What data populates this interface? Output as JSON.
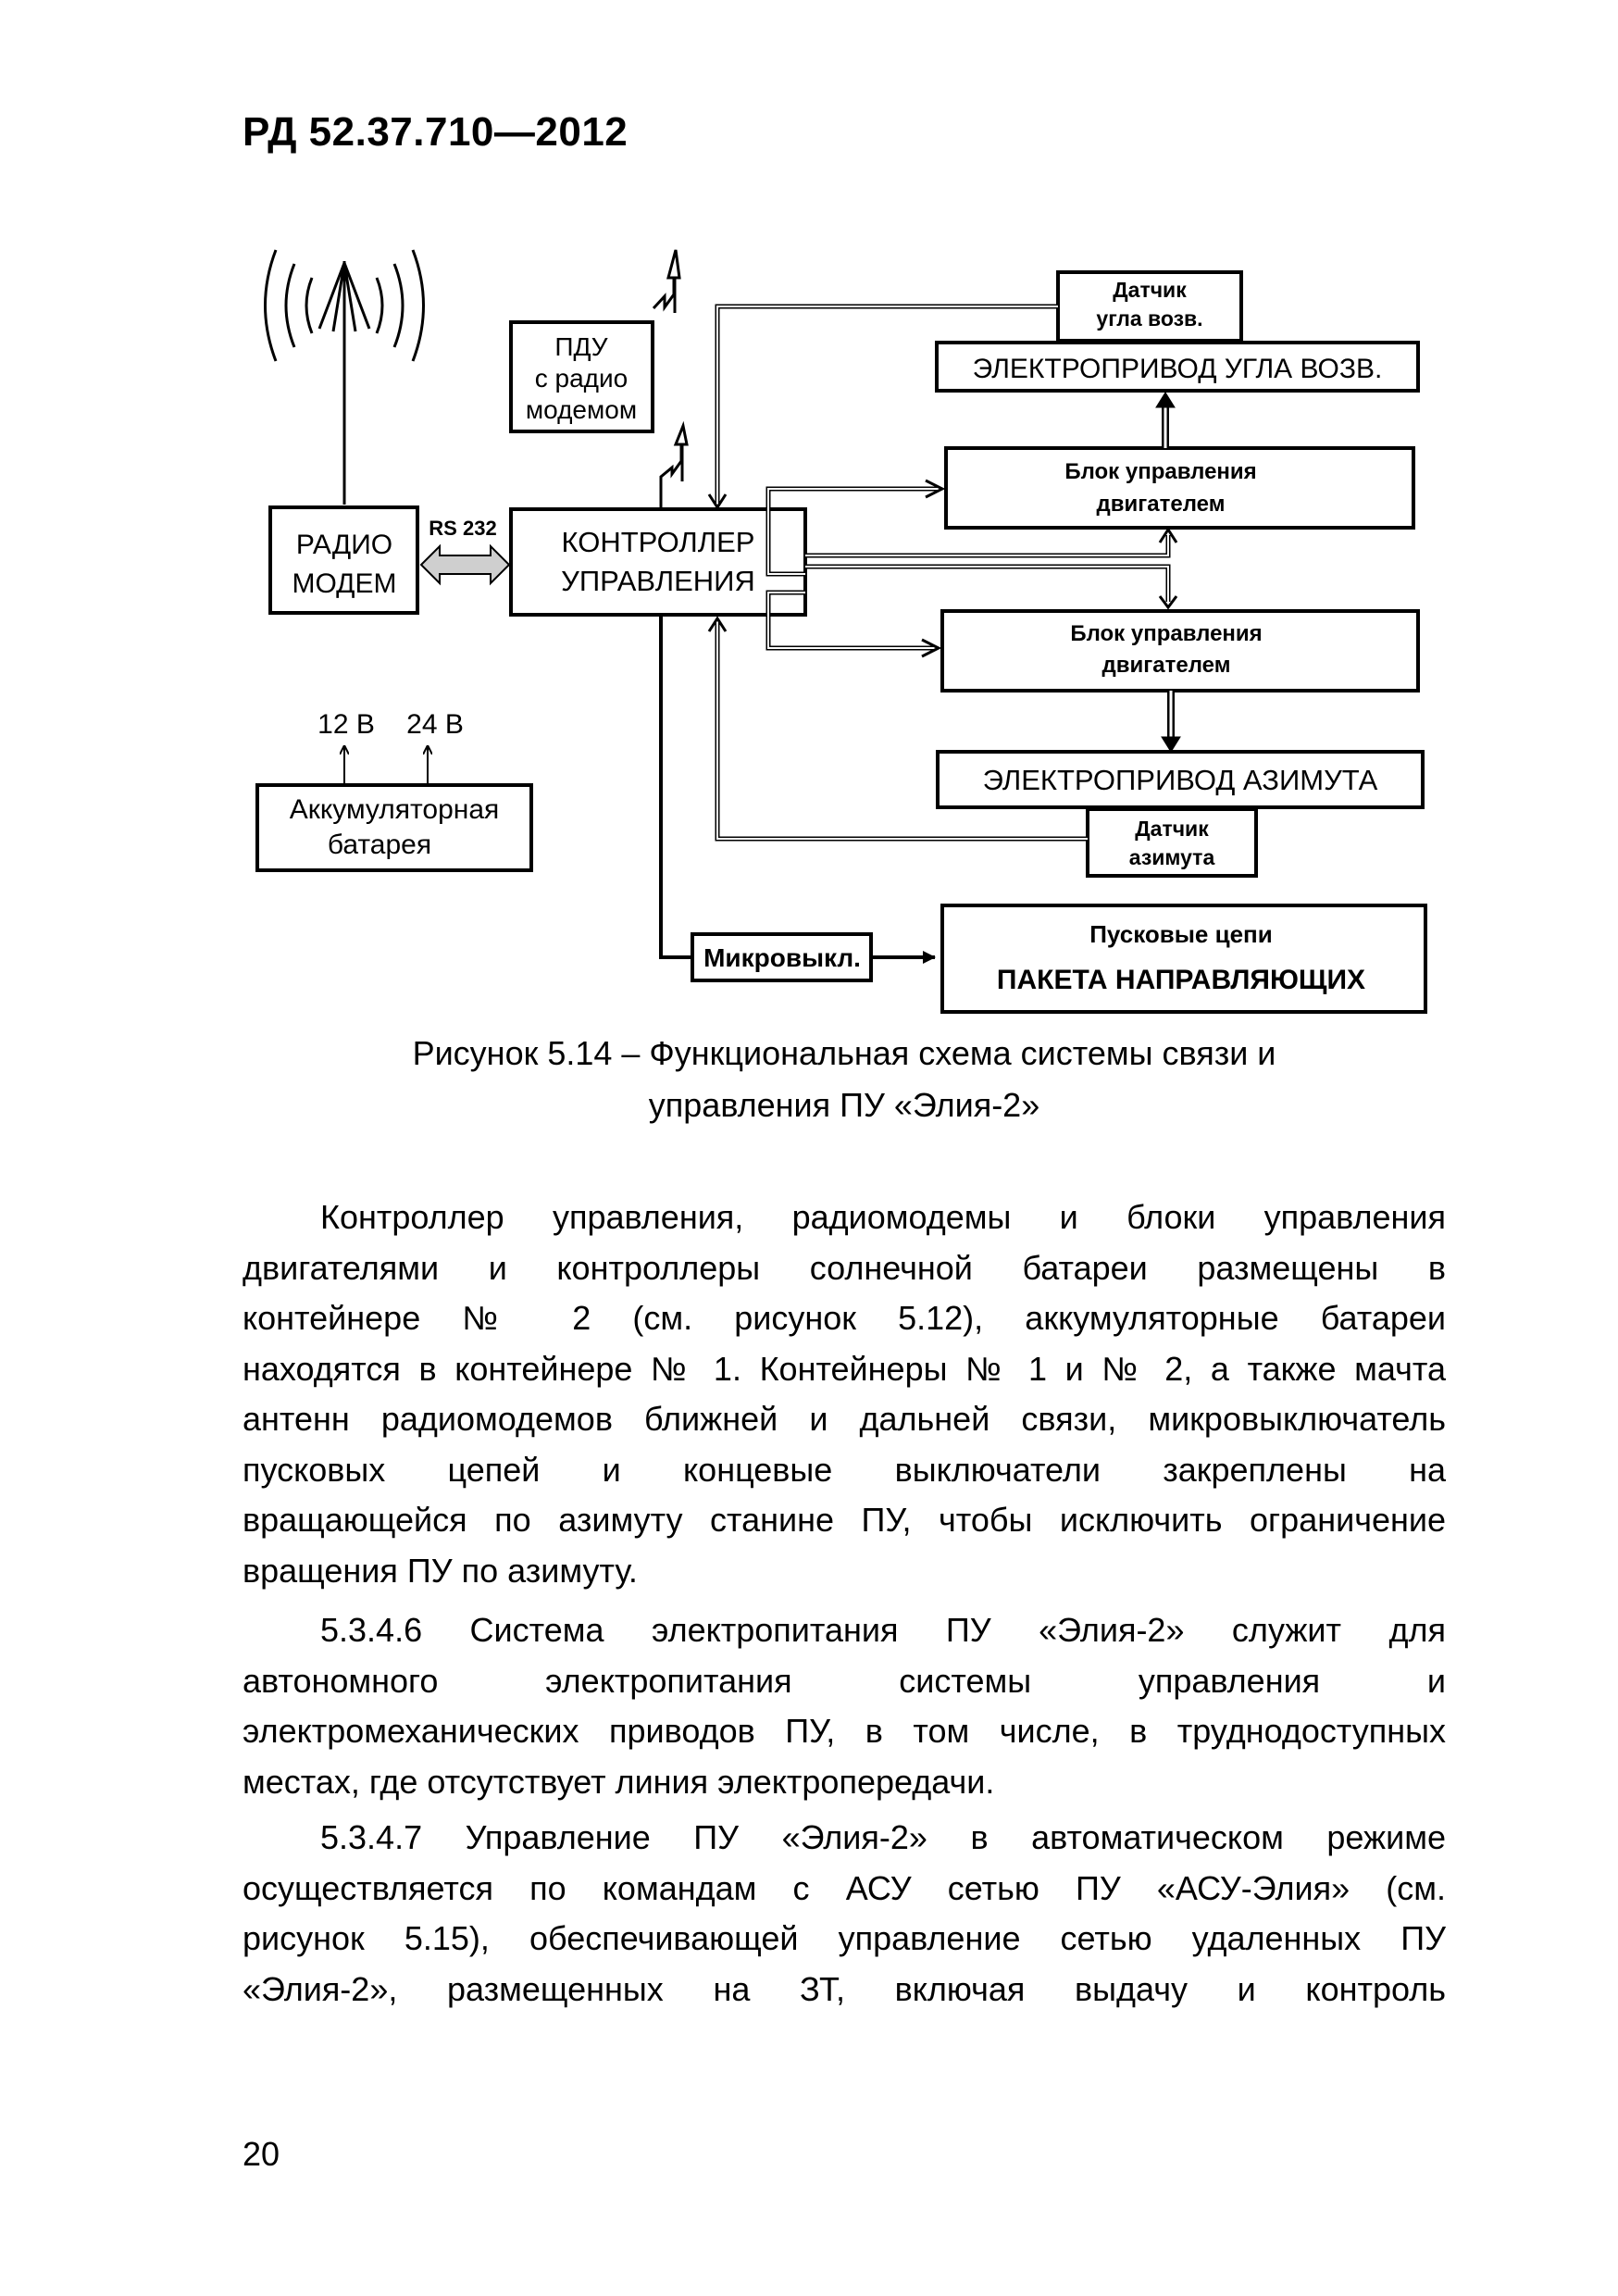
{
  "header": {
    "doc_code": "РД 52.37.710—2012"
  },
  "diagram": {
    "radio_modem": [
      "РАДИО",
      "МОДЕМ"
    ],
    "rs232": "RS 232",
    "pdu": [
      "ПДУ",
      "с радио",
      "модемом"
    ],
    "controller": [
      "КОНТРОЛЛЕР",
      "УПРАВЛЕНИЯ"
    ],
    "elevation_sensor": [
      "Датчик",
      "угла возв."
    ],
    "elevation_drive": "ЭЛЕКТРОПРИВОД УГЛА ВОЗВ.",
    "motor_unit_1": [
      "Блок управления",
      "двигателем"
    ],
    "motor_unit_2": [
      "Блок управления",
      "двигателем"
    ],
    "azimuth_drive": "ЭЛЕКТРОПРИВОД АЗИМУТА",
    "azimuth_sensor": [
      "Датчик",
      "азимута"
    ],
    "voltage_12": "12 В",
    "voltage_24": "24 В",
    "battery": [
      "Аккумуляторная",
      "батарея"
    ],
    "microswitch": "Микровыкл.",
    "launch_circuits": [
      "Пусковые цепи",
      "ПАКЕТА  НАПРАВЛЯЮЩИХ"
    ]
  },
  "caption": {
    "line1": "Рисунок 5.14 – Функциональная схема системы связи и",
    "line2": "управления ПУ «Элия-2»"
  },
  "paragraphs": [
    [
      "Контроллер управления, радиомодемы и блоки управления",
      "двигателями и контроллеры солнечной батареи размещены в",
      "контейнере № 2 (см. рисунок 5.12), аккумуляторные батареи",
      "находятся в контейнере № 1. Контейнеры № 1 и № 2, а также мачта",
      "антенн радиомодемов ближней и дальней связи, микровыключатель",
      "пусковых цепей и концевые выключатели закреплены на",
      "вращающейся по азимуту станине ПУ, чтобы исключить ограничение",
      "вращения ПУ по азимуту."
    ],
    [
      "5.3.4.6 Система электропитания ПУ «Элия-2» служит для",
      "автономного электропитания системы управления и",
      "электромеханических приводов ПУ, в том числе, в труднодоступных",
      "местах, где отсутствует линия электропередачи."
    ],
    [
      "5.3.4.7 Управление ПУ «Элия-2» в автоматическом режиме",
      "осуществляется по командам с АСУ сетью ПУ «АСУ-Элия» (см.",
      "рисунок 5.15), обеспечивающей управление сетью удаленных ПУ",
      "«Элия-2», размещенных на ЗТ, включая выдачу и контроль"
    ]
  ],
  "page_number": "20"
}
